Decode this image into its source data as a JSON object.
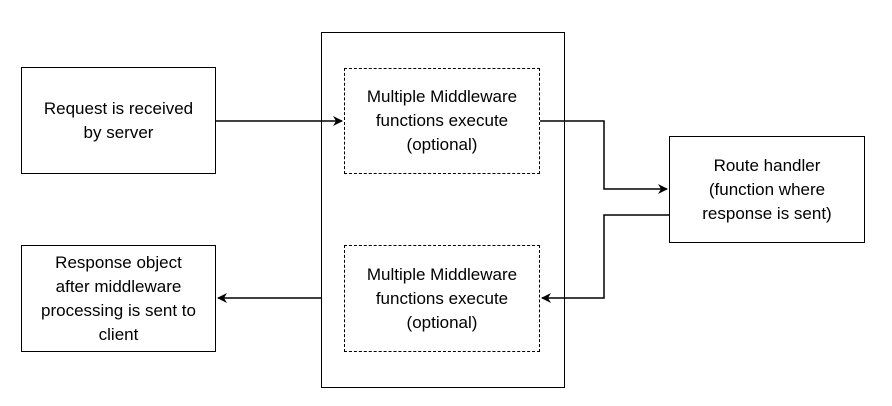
{
  "nodes": {
    "request_received": "Request is received\nby server",
    "middleware_in": "Multiple Middleware\nfunctions execute\n(optional)",
    "route_handler": "Route handler\n(function where\nresponse is sent)",
    "middleware_out": "Multiple Middleware\nfunctions execute\n(optional)",
    "response_sent": "Response object\nafter middleware\nprocessing is sent to\nclient"
  },
  "colors": {
    "stroke": "#000000",
    "background": "#ffffff"
  }
}
